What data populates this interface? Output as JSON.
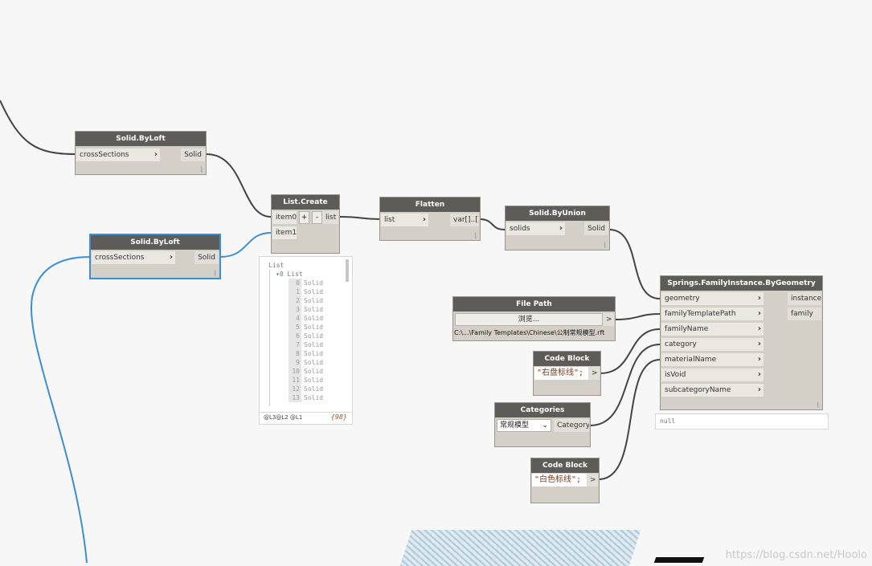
{
  "nodes": {
    "loft1": {
      "title": "Solid.ByLoft",
      "input": "crossSections",
      "output": "Solid"
    },
    "loft2": {
      "title": "Solid.ByLoft",
      "input": "crossSections",
      "output": "Solid"
    },
    "list_create": {
      "title": "List.Create",
      "input0": "item0",
      "input1": "item1",
      "plus": "+",
      "minus": "-",
      "output": "list"
    },
    "flatten": {
      "title": "Flatten",
      "input": "list",
      "output": "var[]..[]"
    },
    "union": {
      "title": "Solid.ByUnion",
      "input": "solids",
      "output": "Solid"
    },
    "family": {
      "title": "Springs.FamilyInstance.ByGeometry",
      "inputs": [
        "geometry",
        "familyTemplatePath",
        "familyName",
        "category",
        "materialName",
        "isVoid",
        "subcategoryName"
      ],
      "outputs": [
        "instance",
        "family"
      ],
      "preview": "null"
    },
    "filepath": {
      "title": "File Path",
      "browse": "浏览...",
      "path": "C:\\...\\Family Templates\\Chinese\\公制常规模型.rft",
      "arrow": ">"
    },
    "code1": {
      "title": "Code Block",
      "code": "\"右盘标线\";",
      "arrow": ">"
    },
    "categories": {
      "title": "Categories",
      "selected": "常规模型",
      "output": "Category"
    },
    "code2": {
      "title": "Code Block",
      "code": "\"白色标线\";",
      "arrow": ">"
    }
  },
  "list_preview": {
    "root": "List",
    "sub": "0 List",
    "items": [
      {
        "i": "0",
        "v": "Solid"
      },
      {
        "i": "1",
        "v": "Solid"
      },
      {
        "i": "2",
        "v": "Solid"
      },
      {
        "i": "3",
        "v": "Solid"
      },
      {
        "i": "4",
        "v": "Solid"
      },
      {
        "i": "5",
        "v": "Solid"
      },
      {
        "i": "6",
        "v": "Solid"
      },
      {
        "i": "7",
        "v": "Solid"
      },
      {
        "i": "8",
        "v": "Solid"
      },
      {
        "i": "9",
        "v": "Solid"
      },
      {
        "i": "10",
        "v": "Solid"
      },
      {
        "i": "11",
        "v": "Solid"
      },
      {
        "i": "12",
        "v": "Solid"
      },
      {
        "i": "13",
        "v": "Solid"
      }
    ],
    "levels": "@L3@L2 @L1",
    "count": "{98}"
  },
  "watermark": "https://blog.csdn.net/Hoolo",
  "colors": {
    "wire": "#444444",
    "selected_wire": "#3a8fd8",
    "node_header": "#5e5c59"
  }
}
